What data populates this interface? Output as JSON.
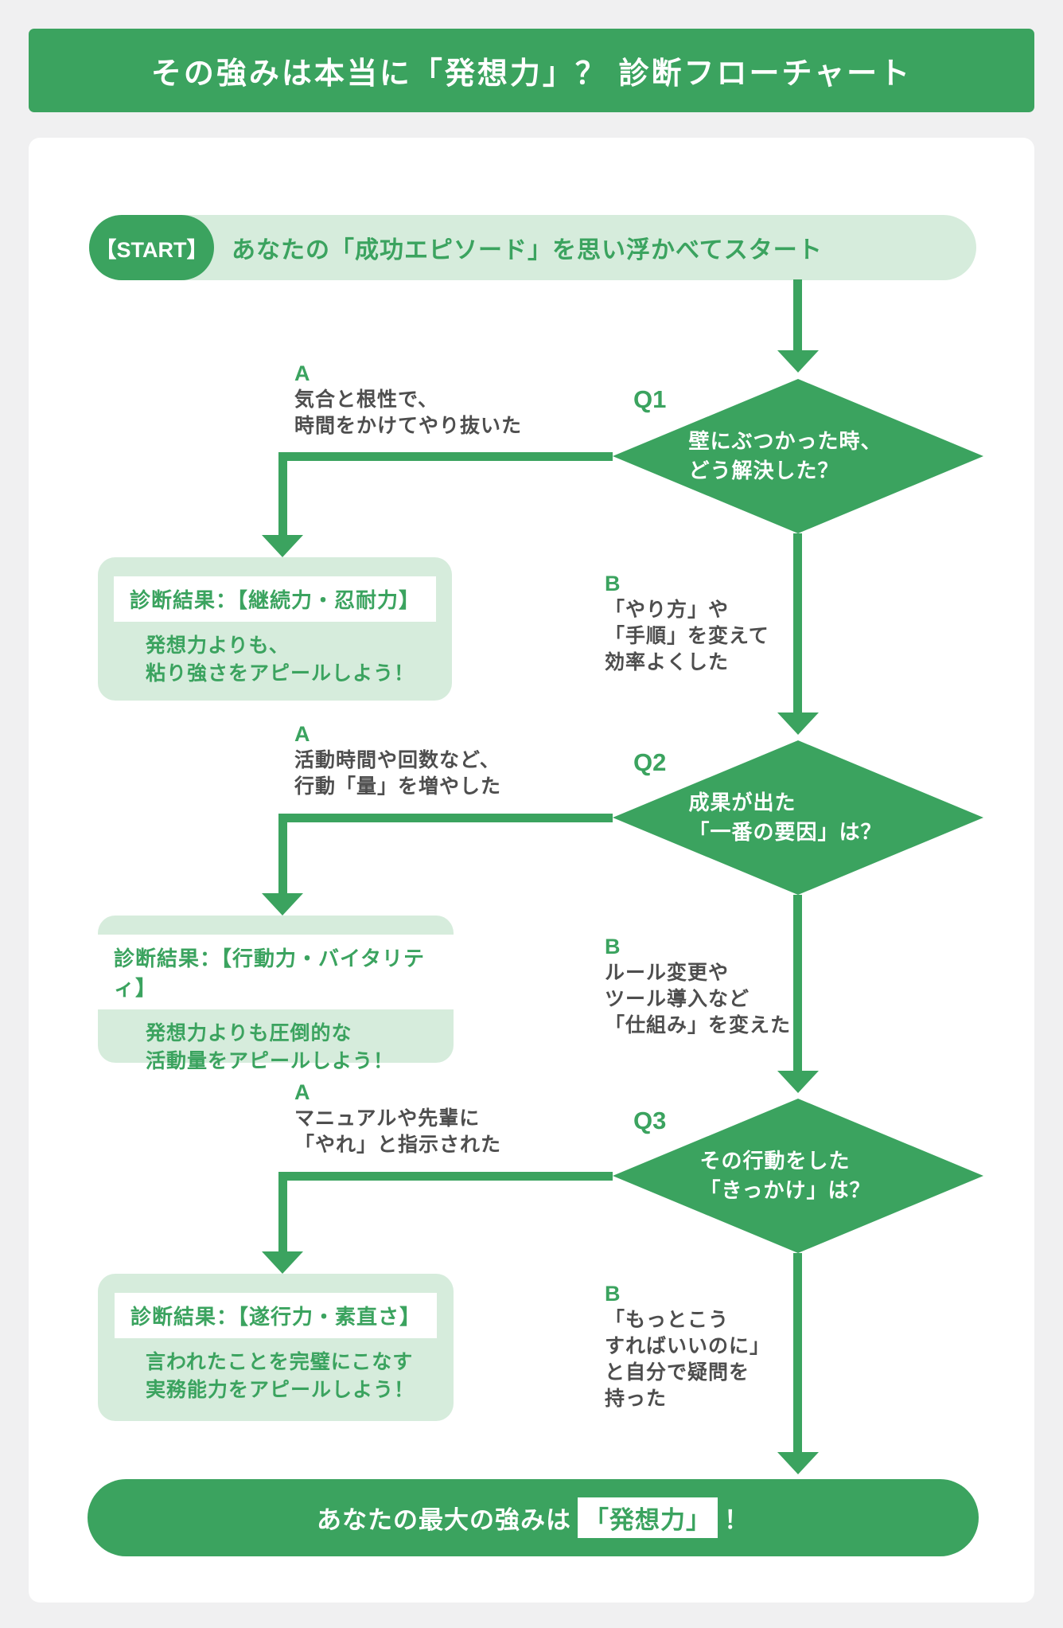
{
  "header": {
    "title": "その強みは本当に「発想力」？ 診断フローチャート"
  },
  "start": {
    "badge": "【START】",
    "text": "あなたの「成功エピソード」を思い浮かべてスタート"
  },
  "q1": {
    "label": "Q1",
    "question_line1": "壁にぶつかった時、",
    "question_line2": "どう解決した？",
    "a": {
      "label": "A",
      "line1": "気合と根性で、",
      "line2": "時間をかけてやり抜いた"
    },
    "b": {
      "label": "B",
      "line1": "「やり方」や",
      "line2": "「手順」を変えて",
      "line3": "効率よくした"
    },
    "result": {
      "title": "診断結果：【継続力・忍耐力】",
      "line1": "発想力よりも、",
      "line2": "粘り強さをアピールしよう！"
    }
  },
  "q2": {
    "label": "Q2",
    "question_line1": "成果が出た",
    "question_line2": "「一番の要因」は？",
    "a": {
      "label": "A",
      "line1": "活動時間や回数など、",
      "line2": "行動「量」を増やした"
    },
    "b": {
      "label": "B",
      "line1": "ルール変更や",
      "line2": "ツール導入など",
      "line3": "「仕組み」を変えた"
    },
    "result": {
      "title": "診断結果：【行動力・バイタリティ】",
      "line1": "発想力よりも圧倒的な",
      "line2": "活動量をアピールしよう！"
    }
  },
  "q3": {
    "label": "Q3",
    "question_line1": "その行動をした",
    "question_line2": "「きっかけ」は？",
    "a": {
      "label": "A",
      "line1": "マニュアルや先輩に",
      "line2": "「やれ」と指示された"
    },
    "b": {
      "label": "B",
      "line1": "「もっとこう",
      "line2": "すればいいのに」",
      "line3": "と自分で疑問を",
      "line4": "持った"
    },
    "result": {
      "title": "診断結果：【遂行力・素直さ】",
      "line1": "言われたことを完璧にこなす",
      "line2": "実務能力をアピールしよう！"
    }
  },
  "final": {
    "prefix": "あなたの最大の強みは",
    "highlight": "「発想力」",
    "suffix": "！"
  },
  "colors": {
    "green": "#3ba35f",
    "light_green": "#d6ecdc",
    "text_dark": "#4e4e4e",
    "background": "#f0f0f1",
    "card": "#ffffff"
  }
}
